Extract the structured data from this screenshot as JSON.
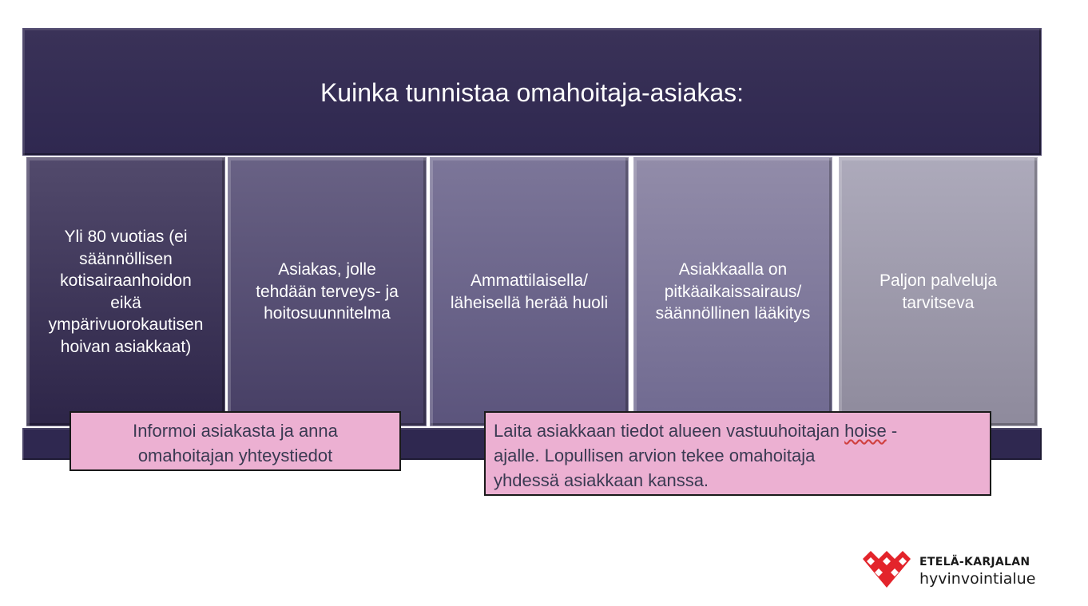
{
  "title": "Kuinka tunnistaa omahoitaja-asiakas:",
  "columns": [
    "Yli 80 vuotias (ei\nsäännöllisen\nkotisairaanhoidon\neikä\nympärivuorokautisen\nhoivan asiakkaat)",
    "Asiakas, jolle\ntehdään terveys- ja\nhoitosuunnitelma",
    "Ammattilaisella/\nläheisellä herää huoli",
    "Asiakkaalla on\npitkäaikaissairaus/\nsäännöllinen lääkitys",
    "Paljon palveluja\ntarvitseva"
  ],
  "callouts": {
    "left": "Informoi asiakasta ja anna\nomahoitajan yhteystiedot",
    "right_before": "Laita asiakkaan tiedot alueen vastuuhoitajan ",
    "right_marked": "hoise",
    "right_after": " -\najalle. Lopullisen arvion tekee omahoitaja\nyhdessä asiakkaan kanssa."
  },
  "logo": {
    "line1": "ETELÄ-KARJALAN",
    "line2": "hyvinvointialue",
    "color": "#e3242b"
  },
  "colors": {
    "header": "#2f2850",
    "callout_fill": "#ecb0d2"
  }
}
